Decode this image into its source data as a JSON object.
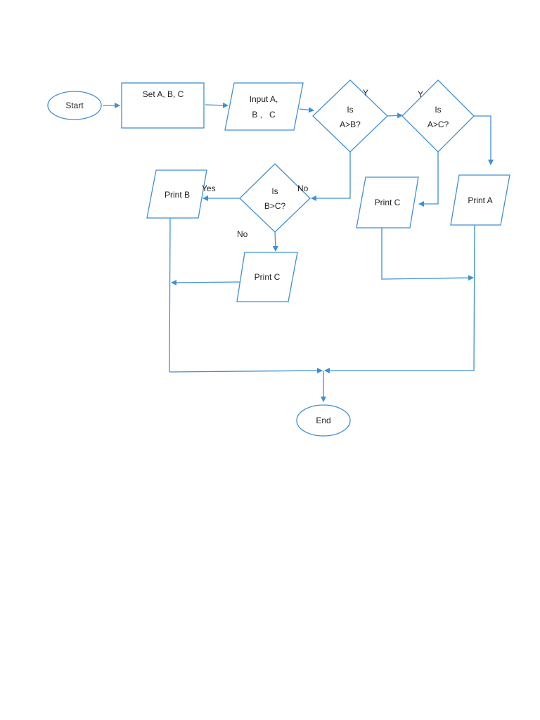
{
  "nodes": {
    "start": {
      "text": "Start"
    },
    "set_abc": {
      "text": "Set A, B, C"
    },
    "input_abc": {
      "line1": "Input A,",
      "line2": "B ,   C"
    },
    "decision_ab": {
      "line1": "Is",
      "line2": "A>B?"
    },
    "decision_ac": {
      "line1": "Is",
      "line2": "A>C?"
    },
    "decision_bc": {
      "line1": "Is",
      "line2": "B>C?"
    },
    "print_b": {
      "text": "Print B"
    },
    "print_c_left": {
      "text": "Print C"
    },
    "print_c_right": {
      "text": "Print C"
    },
    "print_a": {
      "text": "Print A"
    },
    "end": {
      "text": "End"
    }
  },
  "edge_labels": {
    "ab_yes": "Y",
    "ac_yes": "Y",
    "bc_yes": "Yes",
    "ab_no": "No",
    "bc_no": "No"
  },
  "colors": {
    "stroke": "#3f8fd6",
    "text": "#222222",
    "background": "#ffffff"
  }
}
